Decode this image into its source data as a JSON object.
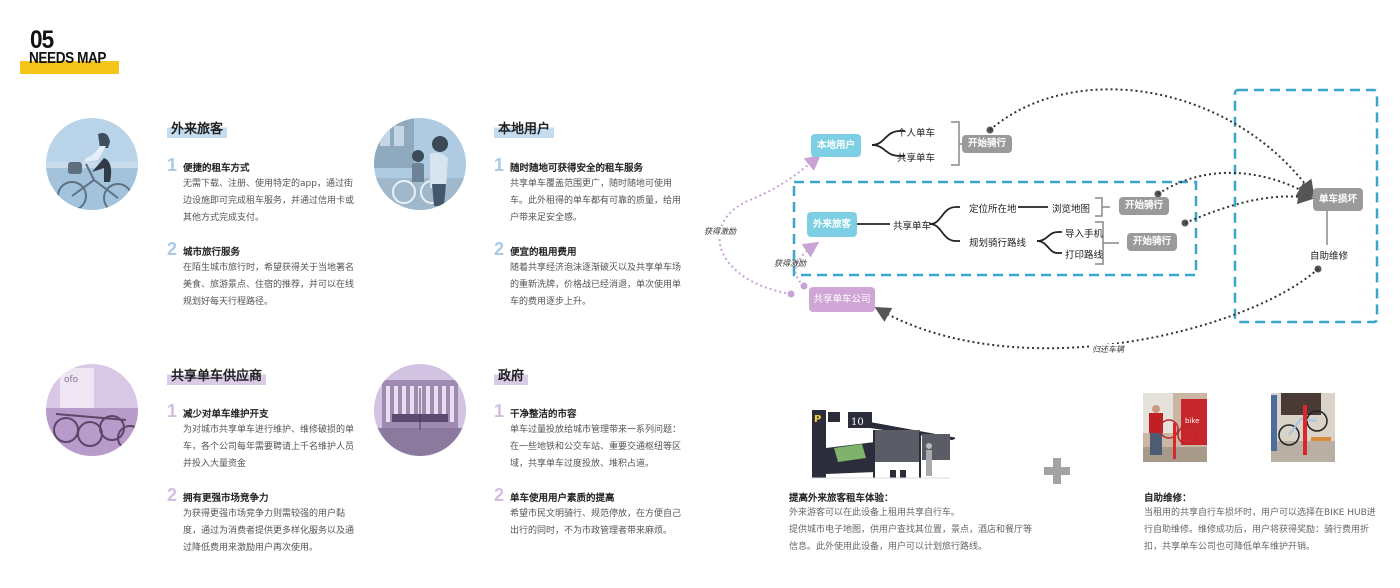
{
  "header": {
    "number": "05",
    "title": "NEEDS MAP"
  },
  "colors": {
    "accent_yellow": "#f3c519",
    "persona_blue": "#a9cbe6",
    "persona_purple": "#d1bfe2",
    "node_blue": "#7dd0e3",
    "node_gray": "#9a9a9a",
    "node_purple": "#cfa6d6",
    "dash_blue": "#3aa6cc"
  },
  "personas": [
    {
      "title": "外来旅客",
      "image": "cyclist-photo",
      "points": [
        {
          "num": "1",
          "title": "便捷的租车方式",
          "body": "无需下载、注册、使用特定的app，通过街边设施即可完成租车服务，并通过信用卡或其他方式完成支付。"
        },
        {
          "num": "2",
          "title": "城市旅行服务",
          "body": "在陌生城市旅行时，希望获得关于当地著名美食、旅游景点、住宿的推荐，并可以在线规划好每天行程路径。"
        }
      ]
    },
    {
      "title": "本地用户",
      "image": "local-riders-photo",
      "points": [
        {
          "num": "1",
          "title": "随时随地可获得安全的租车服务",
          "body": "共享单车覆盖范围更广，随时随地可使用车。此外租得的单车都有可靠的质量，给用户带来足安全感。"
        },
        {
          "num": "2",
          "title": "便宜的租用费用",
          "body": "随着共享经济泡沫逐渐破灭以及共享单车场的重新洗牌，价格战已经消退，单次使用单车的费用逐步上升。"
        }
      ]
    },
    {
      "title": "共享单车供应商",
      "image": "bike-fleet-photo",
      "points": [
        {
          "num": "1",
          "title": "减少对单车维护开支",
          "body": "为对城市共享单车进行维护、维修破损的单车，各个公司每年需要聘请上千名维护人员并投入大量资金"
        },
        {
          "num": "2",
          "title": "拥有更强市场竞争力",
          "body": "为获得更强市场竞争力则需较强的用户黏度，通过为消费者提供更多样化服务以及通过降低费用来激励用户再次使用。"
        }
      ]
    },
    {
      "title": "政府",
      "image": "government-building-photo",
      "points": [
        {
          "num": "1",
          "title": "干净整洁的市容",
          "body": "单车过量投放给城市管理带来一系列问题：在一些地铁和公交车站、重要交通枢纽等区域，共享单车过度投放、堆积占道。"
        },
        {
          "num": "2",
          "title": "单车使用用户素质的提高",
          "body": "希望市民文明骑行、规范停放，在方便自己出行的同时，不为市政管理者带来麻烦。"
        }
      ]
    }
  ],
  "diagram": {
    "local_user": "本地用户",
    "personal_bike": "个人单车",
    "shared_bike": "共享单车",
    "start_ride": "开始骑行",
    "tourist": "外来旅客",
    "tourist_shared_bike": "共享单车",
    "locate": "定位所在地",
    "browse_map": "浏览地图",
    "plan_route": "规划骑行路线",
    "import_phone": "导入手机",
    "print_route": "打印路线",
    "company": "共享单车公司",
    "bike_broken": "单车损坏",
    "self_repair": "自助维修",
    "get_reward_1": "获得激励",
    "get_reward_2": "获得激励",
    "return_bike": "归还车辆"
  },
  "cards": [
    {
      "title": "提高外来旅客租车体验：",
      "image": "bike-hub-station-render",
      "body": "外来游客可以在此设备上租用共享自行车。\n提供城市电子地图，供用户查找其位置，景点，酒店和餐厅等信息。此外使用此设备，用户可以计划旅行路线。"
    },
    {
      "title": "自助维修：",
      "image": "repair-stand-photos",
      "body": "当租用的共享自行车损坏时，用户可以选择在BIKE HUB进行自助维修。维修成功后，用户将获得奖励：骑行费用折扣，共享单车公司也可降低单车维护开销。"
    }
  ]
}
